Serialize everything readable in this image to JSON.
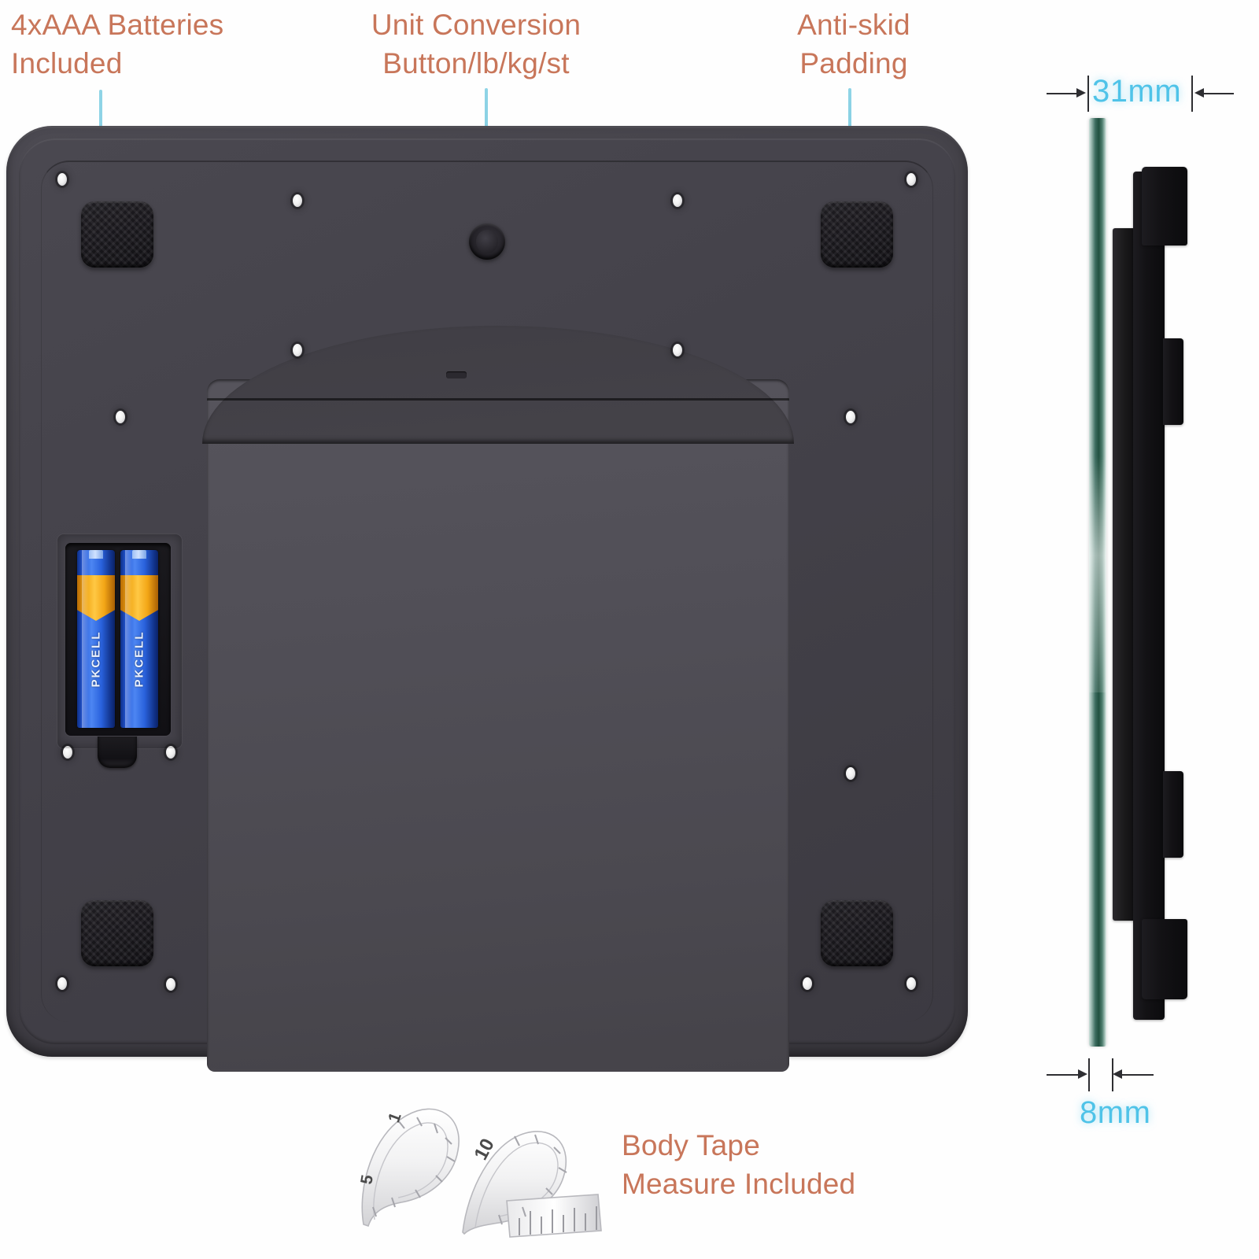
{
  "callouts": [
    {
      "id": "batteries",
      "text": "4xAAA Batteries\nIncluded"
    },
    {
      "id": "unit-conversion",
      "text": "Unit Conversion\nButton/lb/kg/st"
    },
    {
      "id": "anti-skid",
      "text": "Anti-skid\nPadding"
    },
    {
      "id": "tape-measure",
      "text": "Body Tape\nMeasure Included"
    }
  ],
  "dimensions": {
    "thickness_top": "31mm",
    "thickness_bottom": "8mm"
  },
  "battery": {
    "brand": "PKCELL"
  },
  "tape": {
    "marks": [
      "5",
      "10",
      "1"
    ]
  },
  "colors": {
    "label_text": "#c8765a",
    "dimension_text": "#4fc3e8",
    "leader_line": "#7ecbe0",
    "scale_body": "#46444b",
    "inner_plate": "#54525b",
    "glass_edge": "#21503f",
    "battery_blue": "#2358d8",
    "battery_band": "#f0a513"
  }
}
